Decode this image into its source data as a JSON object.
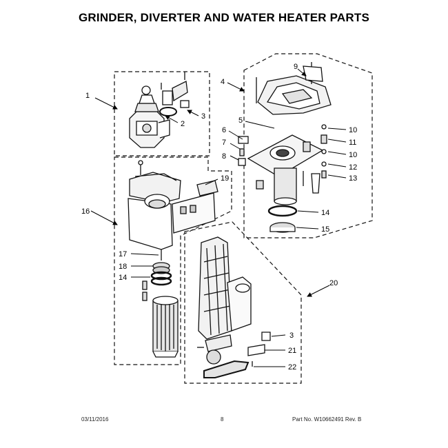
{
  "page": {
    "title": "GRINDER, DIVERTER AND WATER HEATER PARTS"
  },
  "callouts": {
    "c1": "1",
    "c2": "2",
    "c3a": "3",
    "c3b": "3",
    "c4": "4",
    "c5": "5",
    "c6": "6",
    "c7": "7",
    "c8": "8",
    "c9": "9",
    "c10a": "10",
    "c10b": "10",
    "c11": "11",
    "c12": "12",
    "c13": "13",
    "c14a": "14",
    "c14b": "14",
    "c15": "15",
    "c16": "16",
    "c17": "17",
    "c18": "18",
    "c19": "19",
    "c20": "20",
    "c21": "21",
    "c22": "22"
  },
  "footer": {
    "date": "03/11/2016",
    "page_number": "8",
    "part_label": "Part No. W10662491  Rev. B"
  }
}
